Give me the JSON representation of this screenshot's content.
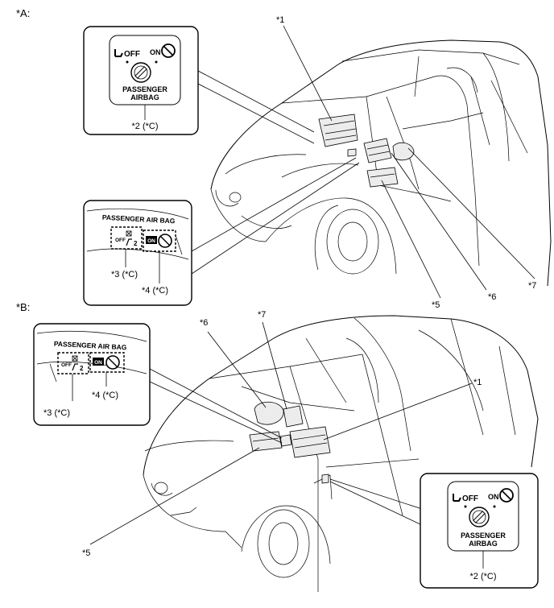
{
  "sections": [
    {
      "tag": "*A:",
      "callouts": [
        "*1",
        "*5",
        "*6",
        "*7"
      ],
      "switch_inset": {
        "off": "OFF",
        "on": "ON",
        "line1": "PASSENGER",
        "line2": "AIRBAG",
        "label": "*2 (*C)"
      },
      "indicator_inset": {
        "title": "PASSENGER AIR BAG",
        "off": "OFF",
        "off_num": "2",
        "on": "ON",
        "label_off": "*3 (*C)",
        "label_on": "*4 (*C)"
      }
    },
    {
      "tag": "*B:",
      "callouts": [
        "*6",
        "*7",
        "*1",
        "*5"
      ],
      "switch_inset": {
        "off": "OFF",
        "on": "ON",
        "line1": "PASSENGER",
        "line2": "AIRBAG",
        "label": "*2 (*C)"
      },
      "indicator_inset": {
        "title": "PASSENGER AIR BAG",
        "off": "OFF",
        "off_num": "2",
        "on": "ON",
        "label_off": "*3 (*C)",
        "label_on": "*4 (*C)"
      }
    }
  ]
}
